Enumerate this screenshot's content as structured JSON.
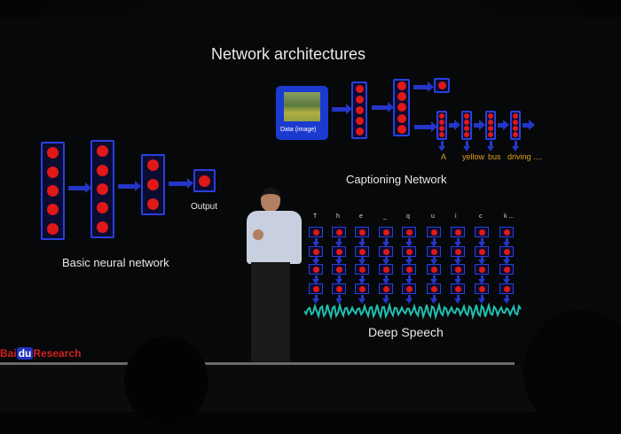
{
  "slide": {
    "title": "Network architectures",
    "basic": {
      "output_label": "Output",
      "caption": "Basic neural network"
    },
    "captioning": {
      "image_label": "Data (image)",
      "words": [
        "A",
        "yellow",
        "bus",
        "driving ...."
      ],
      "caption": "Captioning Network"
    },
    "speech": {
      "letters": [
        "T",
        "h",
        "e",
        "_",
        "q",
        "u",
        "i",
        "c",
        "k ..."
      ],
      "caption": "Deep Speech"
    },
    "logo": {
      "part1": "Bai",
      "part2": "du",
      "part3": "Research"
    }
  },
  "colors": {
    "node": "#e01818",
    "frame": "#2a3fe0",
    "word": "#e0a020",
    "wave": "#20c0b0"
  }
}
